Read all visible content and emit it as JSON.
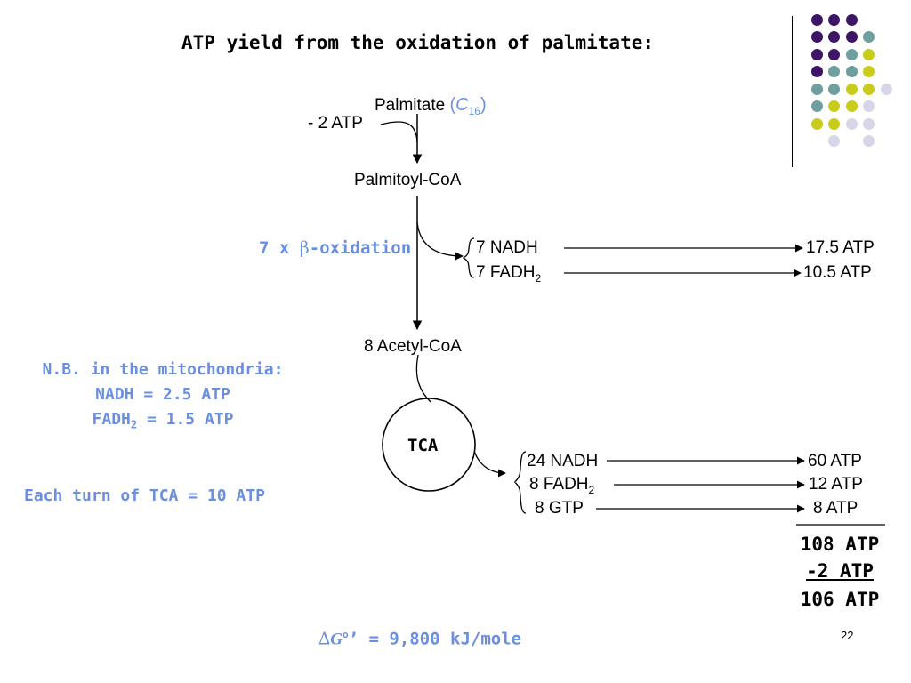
{
  "title": "ATP yield from the oxidation of palmitate:",
  "palmitate": {
    "label": "Palmitate",
    "formula_paren_open": "(",
    "formula_c": "C",
    "formula_sub": "16",
    "formula_paren_close": ")"
  },
  "activation_cost": "- 2 ATP",
  "palmitoyl_coa": "Palmitoyl-CoA",
  "beta_ox": {
    "count": "7 x ",
    "beta": "β",
    "text": "-oxidation"
  },
  "beta_products": [
    {
      "label": "7 NADH",
      "label_sub": "",
      "yield": "17.5 ATP"
    },
    {
      "label": "7 FADH",
      "label_sub": "2",
      "yield": "10.5 ATP"
    }
  ],
  "acetyl_coa": "8 Acetyl-CoA",
  "note": {
    "line1": "N.B. in the mitochondria:",
    "line2": "NADH = 2.5 ATP",
    "line3_main": "FADH",
    "line3_sub": "2",
    "line3_rest": " = 1.5 ATP"
  },
  "tca_label": "TCA",
  "tca_turn": "Each turn of TCA = 10 ATP",
  "tca_products": [
    {
      "label": "24 NADH",
      "label_sub": "",
      "yield": "60 ATP"
    },
    {
      "label": "8 FADH",
      "label_sub": "2",
      "yield": "12 ATP"
    },
    {
      "label": "8 GTP",
      "label_sub": "",
      "yield": "8 ATP"
    }
  ],
  "totals": {
    "gross": "108 ATP",
    "cost": "-2 ATP",
    "net": "106 ATP"
  },
  "free_energy": {
    "delta": "∆",
    "g": "G",
    "sup": "o",
    "prime": "’",
    "rest": " = 9,800 kJ/mole"
  },
  "slide_number": "22",
  "colors": {
    "blue_text": "#6B8FE0",
    "dot_purple": "#3D1466",
    "dot_teal": "#6F9E9E",
    "dot_yellow": "#C9CC1A",
    "dot_lavender": "#D6D6E8"
  },
  "decoration_dots": [
    [
      "purple",
      "purple",
      "purple",
      null
    ],
    [
      "purple",
      "purple",
      "purple",
      "teal"
    ],
    [
      "purple",
      "purple",
      "teal",
      "yellow"
    ],
    [
      "purple",
      "teal",
      "teal",
      "yellow"
    ],
    [
      "teal",
      "teal",
      "yellow",
      "yellow",
      "lavender"
    ],
    [
      "teal",
      "yellow",
      "yellow",
      "lavender"
    ],
    [
      "yellow",
      "yellow",
      "lavender",
      "lavender"
    ],
    [
      null,
      "lavender",
      null,
      "lavender"
    ]
  ]
}
